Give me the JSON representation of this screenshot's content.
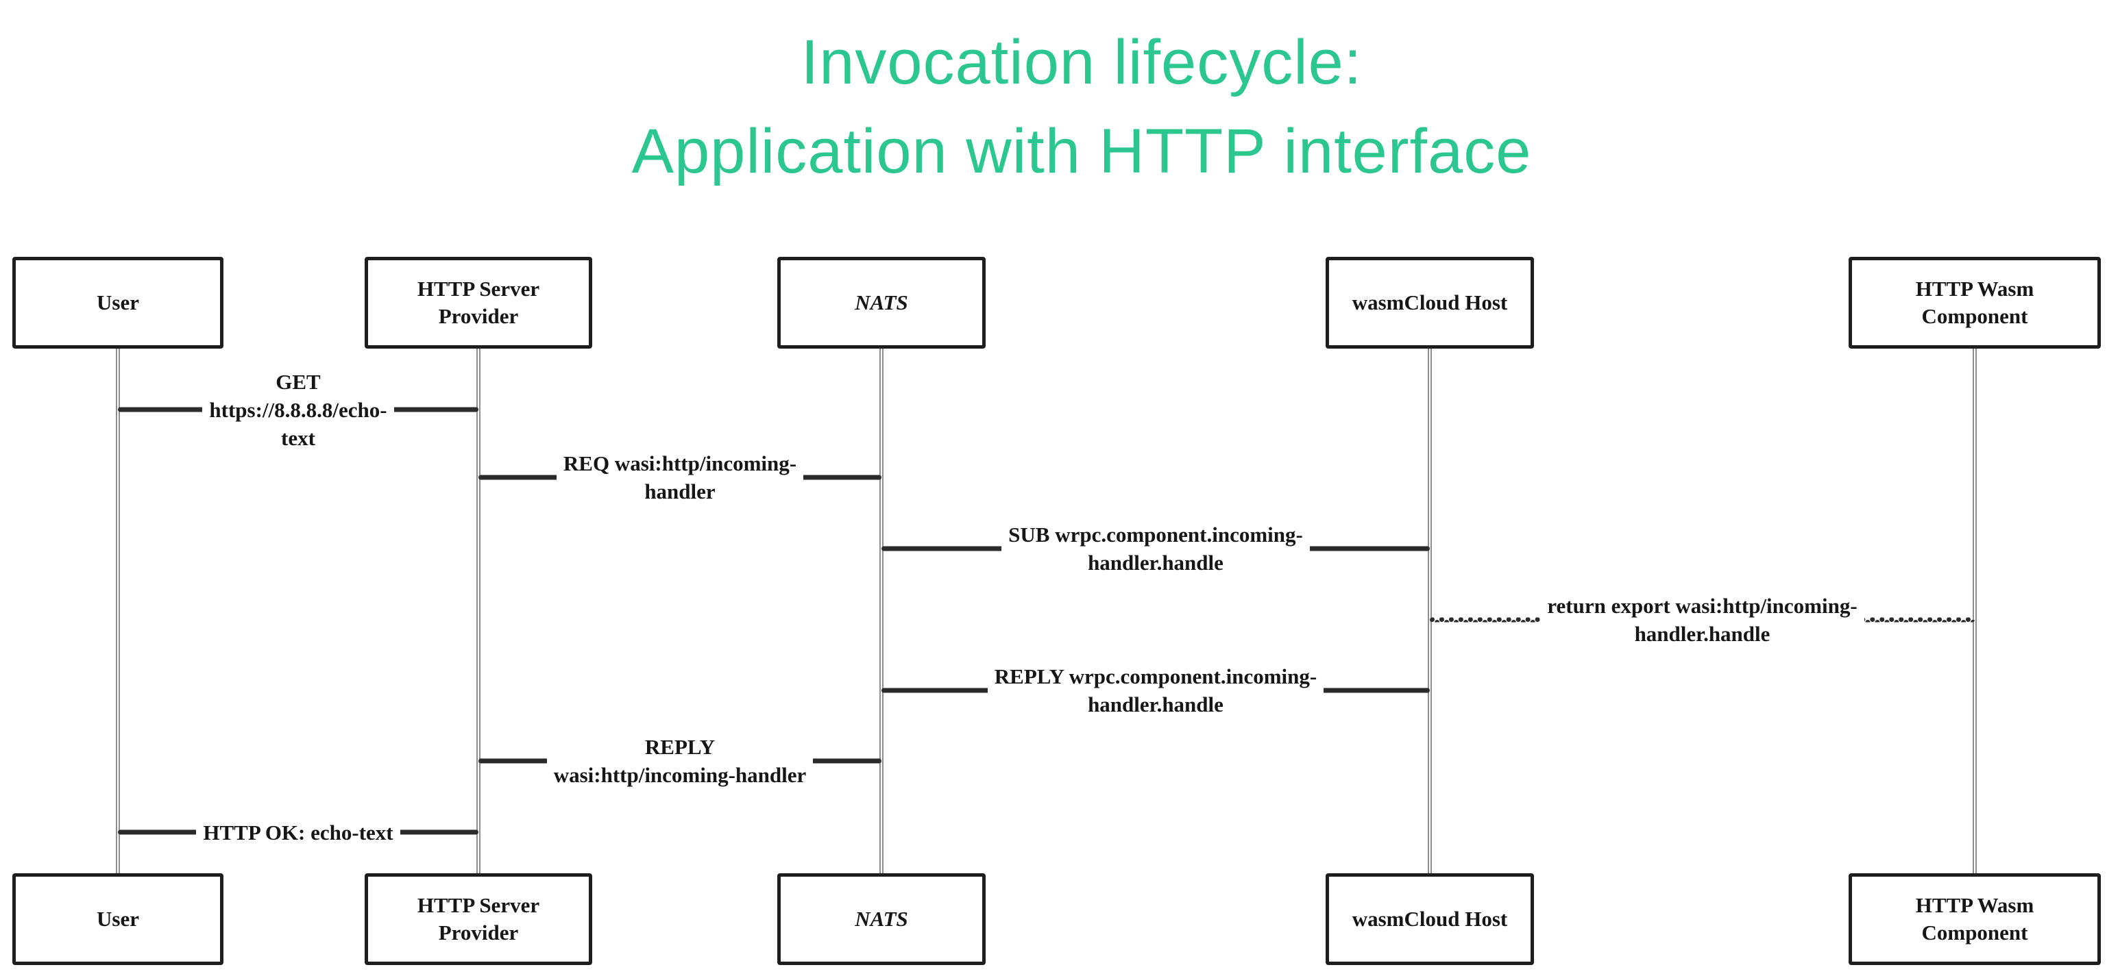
{
  "title": {
    "text": "Invocation lifecycle:\nApplication with HTTP interface"
  },
  "colors": {
    "accent_green": "#2cc78e",
    "box_border": "#1e1e1e",
    "message_line": "#2b2b2b",
    "lifeline": "#8e8e8e",
    "text_ink": "#161616",
    "background": "#ffffff"
  },
  "participants": [
    {
      "id": "user",
      "label": "User"
    },
    {
      "id": "http-server-provider",
      "label": "HTTP Server\nProvider"
    },
    {
      "id": "nats",
      "label": "NATS",
      "text_style": "italic"
    },
    {
      "id": "wasmcloud-host",
      "label": "wasmCloud Host"
    },
    {
      "id": "http-wasm-component",
      "label": "HTTP Wasm\nComponent"
    }
  ],
  "messages": [
    {
      "name": "http-get-request",
      "from": "user",
      "to": "http-server-provider",
      "line_style": "solid",
      "label": "GET\nhttps://8.8.8.8/echo-\ntext"
    },
    {
      "name": "req-wasi-http-incoming-handler",
      "from": "http-server-provider",
      "to": "nats",
      "line_style": "solid",
      "label": "REQ wasi:http/incoming-\nhandler"
    },
    {
      "name": "sub-wrpc-component-incoming-handler",
      "from": "nats",
      "to": "wasmcloud-host",
      "line_style": "solid",
      "label": "SUB wrpc.component.incoming-\nhandler.handle"
    },
    {
      "name": "return-export-wasi-http-incoming-handler",
      "from": "wasmcloud-host",
      "to": "http-wasm-component",
      "line_style": "dotted",
      "label": "return export wasi:http/incoming-\nhandler.handle"
    },
    {
      "name": "reply-wrpc-component-incoming-handler",
      "from": "wasmcloud-host",
      "to": "nats",
      "line_style": "solid",
      "label": "REPLY wrpc.component.incoming-\nhandler.handle"
    },
    {
      "name": "reply-wasi-http-incoming-handler",
      "from": "nats",
      "to": "http-server-provider",
      "line_style": "solid",
      "label": "REPLY\nwasi:http/incoming-handler"
    },
    {
      "name": "http-ok-echo-text",
      "from": "http-server-provider",
      "to": "user",
      "line_style": "solid",
      "label": "HTTP OK: echo-text"
    }
  ]
}
